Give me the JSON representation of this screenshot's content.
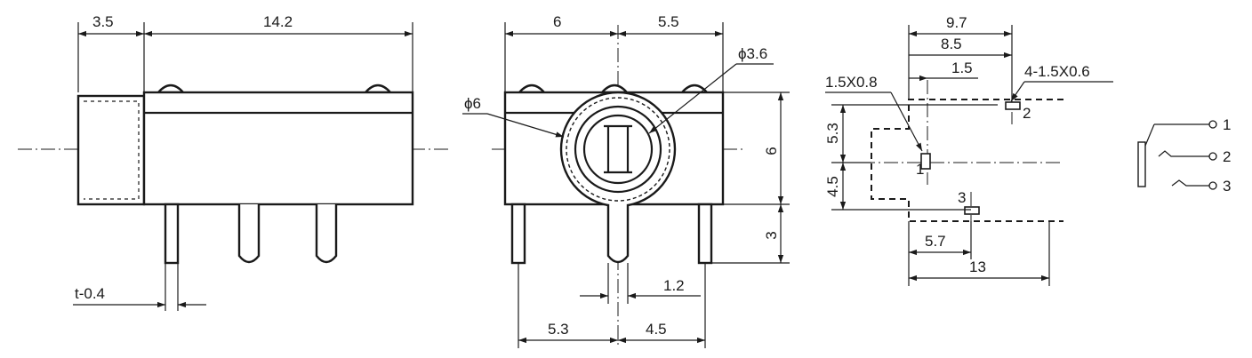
{
  "side_view": {
    "dim_front": "3.5",
    "dim_body": "14.2",
    "dim_pin_thickness": "t-0.4"
  },
  "front_view": {
    "dim_left_width": "6",
    "dim_right_width": "5.5",
    "dim_outer_dia": "ϕ6",
    "dim_inner_dia": "ϕ3.6",
    "dim_height": "6",
    "dim_pin_length": "3",
    "dim_pin_width": "1.2",
    "dim_pin_left": "5.3",
    "dim_pin_right": "4.5"
  },
  "footprint": {
    "dim_97": "9.7",
    "dim_85": "8.5",
    "dim_15": "1.5",
    "dim_pad_small": "1.5X0.8",
    "dim_pads_four": "4-1.5X0.6",
    "dim_53": "5.3",
    "dim_45": "4.5",
    "dim_57": "5.7",
    "dim_13": "13",
    "pad_1": "1",
    "pad_2": "2",
    "pad_3": "3"
  },
  "schematic": {
    "pin_1": "1",
    "pin_2": "2",
    "pin_3": "3"
  }
}
